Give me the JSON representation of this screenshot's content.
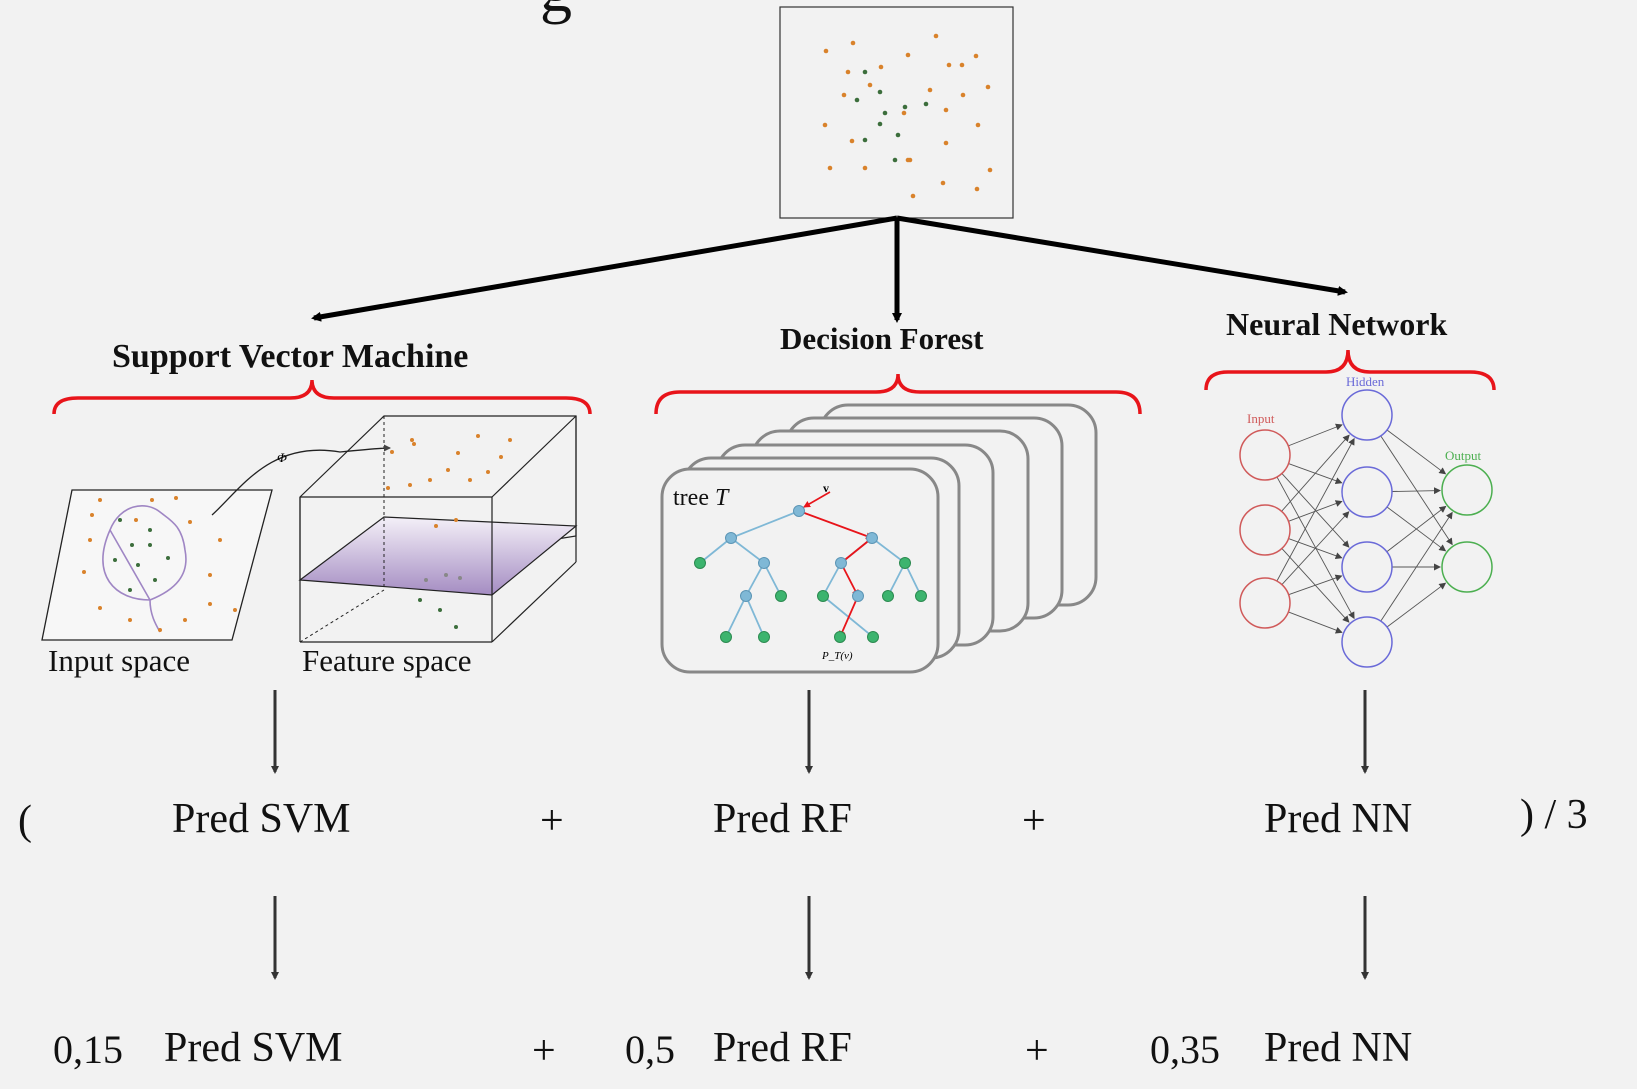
{
  "top_title_fragment": "g",
  "models": {
    "svm": {
      "title": "Support Vector Machine",
      "input_space_label": "Input space",
      "feature_space_label": "Feature space",
      "phi_label": "Φ"
    },
    "rf": {
      "title": "Decision Forest",
      "tree_label": "tree",
      "tree_var": "T",
      "v_label": "v",
      "pt_label": "P_T(v)"
    },
    "nn": {
      "title": "Neural Network",
      "input_label": "Input",
      "hidden_label": "Hidden",
      "output_label": "Output"
    }
  },
  "average_row": {
    "open_paren": "(",
    "pred_svm": "Pred SVM",
    "plus1": "+",
    "pred_rf": "Pred RF",
    "plus2": "+",
    "pred_nn": "Pred NN",
    "divisor": ") / 3"
  },
  "weighted_row": {
    "w_svm": "0,15",
    "pred_svm": "Pred SVM",
    "plus1": "+",
    "w_rf": "0,5",
    "pred_rf": "Pred RF",
    "plus2": "+",
    "w_nn": "0,35",
    "pred_nn": "Pred NN"
  },
  "colors": {
    "background": "#f2f2f2",
    "class_orange": "#d9822b",
    "class_green": "#3c6e3c",
    "brace_red": "#e8141a",
    "tree_blue": "#7fb8d6",
    "tree_green": "#3cb46e",
    "nn_input": "#d05a5a",
    "nn_hidden": "#6a6ad8",
    "nn_output": "#4caf50",
    "feature_plane": "#b09ac8"
  }
}
